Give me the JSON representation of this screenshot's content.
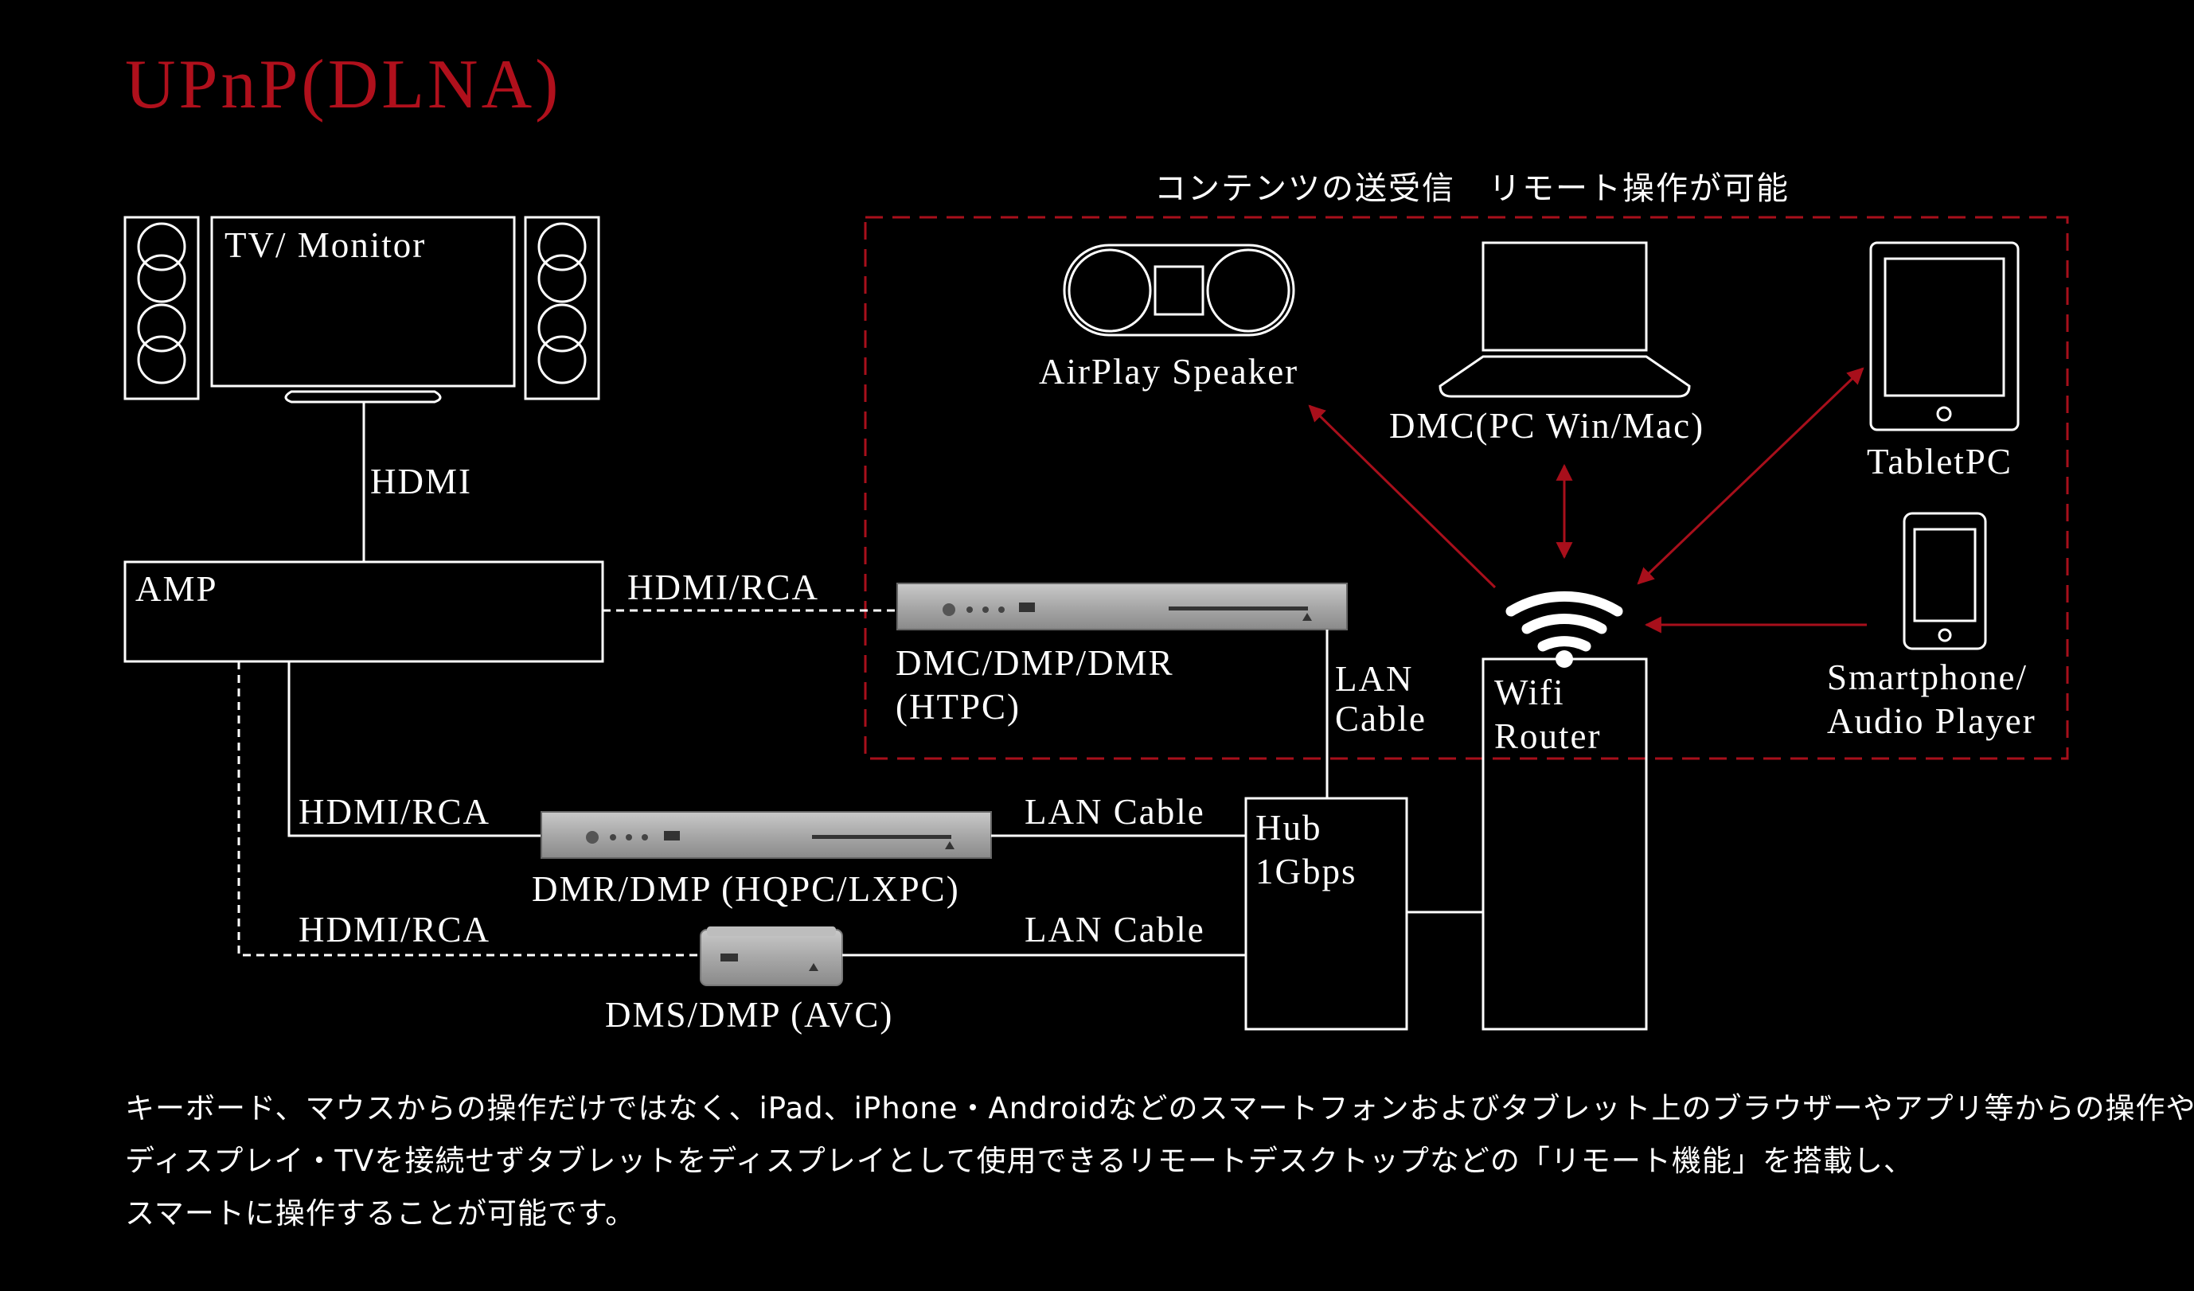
{
  "title": "UPnP(DLNA)",
  "red_zone_caption": "コンテンツの送受信　リモート操作が可能",
  "devices": {
    "tv": "TV/ Monitor",
    "amp": "AMP",
    "airplay": "AirPlay Speaker",
    "dmc_pc": "DMC(PC Win/Mac)",
    "tablet": "TabletPC",
    "smartphone_line1": "Smartphone/",
    "smartphone_line2": "Audio Player",
    "htpc_line1": "DMC/DMP/DMR",
    "htpc_line2": "(HTPC)",
    "wifi_line1": "Wifi",
    "wifi_line2": "Router",
    "hub_line1": "Hub",
    "hub_line2": "1Gbps",
    "hqpc": "DMR/DMP (HQPC/LXPC)",
    "avc": "DMS/DMP (AVC)"
  },
  "connections": {
    "tv_amp": "HDMI",
    "amp_htpc": "HDMI/RCA",
    "htpc_hub_line1": "LAN",
    "htpc_hub_line2": "Cable",
    "amp_hqpc": "HDMI/RCA",
    "hqpc_hub": "LAN Cable",
    "amp_avc": "HDMI/RCA",
    "avc_hub": "LAN Cable"
  },
  "description": [
    "キーボード、マウスからの操作だけではなく、iPad、iPhone・Androidなどのスマートフォンおよびタブレット上のブラウザーやアプリ等からの操作や",
    "ディスプレイ・TVを接続せずタブレットをディスプレイとして使用できるリモートデスクトップなどの「リモート機能」を搭載し、",
    "スマートに操作することが可能です。"
  ],
  "colors": {
    "background": "#000000",
    "accent_red": "#a80f1b",
    "title_red": "#b0101c",
    "line": "#ffffff"
  }
}
